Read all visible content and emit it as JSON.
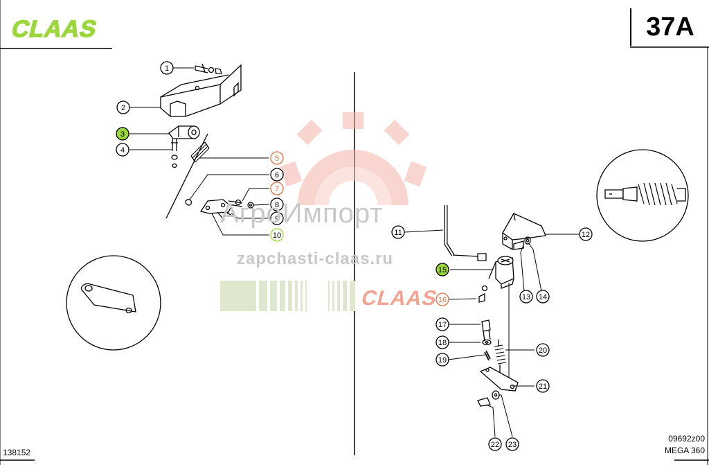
{
  "header": {
    "brand": "CLAAS",
    "page_number": "37A"
  },
  "footer": {
    "drawing_code": "138152",
    "ref_code": "09692z00",
    "model": "MEGA 360"
  },
  "watermark": {
    "company": "АгроИмпорт",
    "site": "zapchasti-claas.ru",
    "brand": "CLAAS"
  },
  "colors": {
    "claas_green": "#9bd63c",
    "claas_red": "#e0301e",
    "callout_orange": "#e07040",
    "watermark_red": "#f4b3a8"
  },
  "callouts": [
    {
      "label": "1",
      "style": "plain"
    },
    {
      "label": "2",
      "style": "plain"
    },
    {
      "label": "3",
      "style": "green"
    },
    {
      "label": "4",
      "style": "plain"
    },
    {
      "label": "5",
      "style": "orange"
    },
    {
      "label": "6",
      "style": "plain"
    },
    {
      "label": "7",
      "style": "orange"
    },
    {
      "label": "8",
      "style": "plain"
    },
    {
      "label": "9",
      "style": "plain"
    },
    {
      "label": "10",
      "style": "green-outline"
    },
    {
      "label": "11",
      "style": "plain"
    },
    {
      "label": "12",
      "style": "plain"
    },
    {
      "label": "13",
      "style": "plain"
    },
    {
      "label": "14",
      "style": "plain"
    },
    {
      "label": "15",
      "style": "green"
    },
    {
      "label": "16",
      "style": "orange"
    },
    {
      "label": "17",
      "style": "plain"
    },
    {
      "label": "18",
      "style": "plain"
    },
    {
      "label": "19",
      "style": "plain"
    },
    {
      "label": "20",
      "style": "plain"
    },
    {
      "label": "21",
      "style": "plain"
    },
    {
      "label": "22",
      "style": "plain"
    },
    {
      "label": "23",
      "style": "plain"
    }
  ]
}
